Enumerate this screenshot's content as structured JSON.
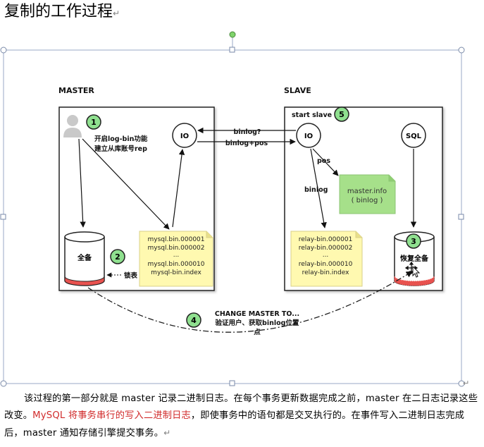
{
  "document": {
    "title": "复制的工作过程",
    "paragraph_mark": "↵",
    "paragraph": {
      "part1": "该过程的第一部分就是 master 记录二进制日志。在每个事务更新数据完成之前，master 在二日志记录这些改变。",
      "highlight": "MySQL 将事务串行的写入二进制日志",
      "part2": "，即使事务中的语句都是交叉执行的。在事件写入二进制日志完成后，master 通知存储引擎提交事务。"
    }
  },
  "diagram": {
    "master": {
      "label": "MASTER",
      "step1_line1": "开启log-bin功能",
      "step1_line2": "建立从库账号rep",
      "db_label": "全备",
      "lock_label": "锁表",
      "io_label": "IO",
      "binlog_files": [
        "mysql.bin.000001",
        "mysql.bin.000002",
        "...",
        "mysql.bin.000010",
        "mysql-bin.index"
      ]
    },
    "slave": {
      "label": "SLAVE",
      "start_label": "start slave",
      "io_label": "IO",
      "sql_label": "SQL",
      "pos_label": "pos",
      "binlog_label": "binlog",
      "masterinfo_line1": "master.info",
      "masterinfo_line2": "( binlog )",
      "db_label": "恢复全备",
      "relay_files": [
        "relay-bin.000001",
        "relay-bin.000002",
        "...",
        "relay-bin.000010",
        "relay-bin.index"
      ]
    },
    "arrows": {
      "request": "binlog?",
      "response": "binlog+pos"
    },
    "step4": {
      "line1": "CHANGE MASTER TO...",
      "line2": "验证用户、获取binlog位置",
      "line3": "点"
    },
    "steps": [
      "1",
      "2",
      "3",
      "4",
      "5"
    ],
    "colors": {
      "step_badge": "#8fe08f",
      "note_yellow": "#fff9b0",
      "note_green": "#a6e08a",
      "db_red": "#e8524f",
      "handle_green": "#7fd36b",
      "selection_border": "#9aa9c7",
      "highlight_text": "#d12b2b"
    },
    "icons": [
      "user-icon",
      "cursor-icon"
    ]
  }
}
